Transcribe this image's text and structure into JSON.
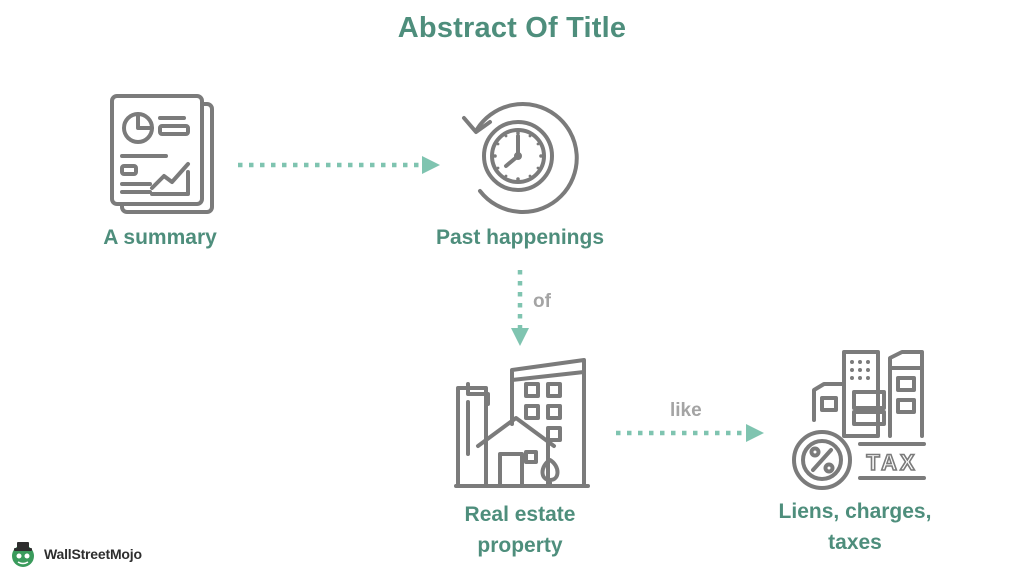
{
  "title": "Abstract Of Title",
  "nodes": {
    "summary": {
      "label": "A summary",
      "icon": "report-document-icon"
    },
    "past": {
      "label": "Past happenings",
      "icon": "clock-history-icon"
    },
    "property": {
      "label_line1": "Real estate",
      "label_line2": "property",
      "icon": "buildings-house-icon"
    },
    "liens": {
      "label_line1": "Liens, charges,",
      "label_line2": "taxes",
      "icon": "tax-percent-icon"
    }
  },
  "edges": {
    "summary_to_past": {
      "label": ""
    },
    "past_to_property": {
      "label": "of"
    },
    "property_to_liens": {
      "label": "like"
    }
  },
  "brand": {
    "logo_text": "WallStreetMojo"
  },
  "colors": {
    "title": "#4e8e7c",
    "label": "#4e8e7c",
    "arrow": "#7fc4b0",
    "icon_stroke": "#7b7b7b",
    "edge_label": "#a4a4a4"
  }
}
